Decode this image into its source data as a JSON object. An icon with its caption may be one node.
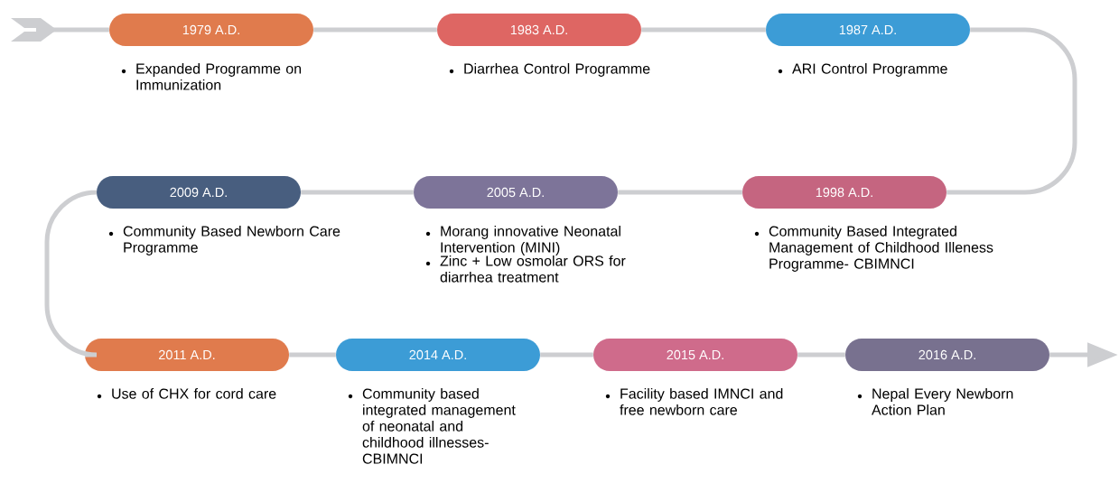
{
  "diagram": {
    "nodes": [
      {
        "text": [
          "1979 A.D."
        ],
        "beside": [
          "Expanded Programme on Immunization"
        ]
      },
      {
        "text": [
          "1983 A.D."
        ],
        "beside": [
          "Diarrhea Control Programme"
        ]
      },
      {
        "text": [
          "1987 A.D."
        ],
        "beside": [
          "ARI Control Programme"
        ]
      },
      {
        "text": [
          "2009 A.D."
        ],
        "beside": [
          "Community Based Newborn Care Programme"
        ]
      },
      {
        "text": [
          "2005 A.D."
        ],
        "beside": [
          "Morang innovative Neonatal Intervention (MINI)",
          "Zinc + Low osmolar ORS for diarrhea treatment"
        ]
      },
      {
        "text": [
          "1998 A.D."
        ],
        "beside": [
          "Community Based Integrated Management of Childhood Illeness Programme- CBIMNCI"
        ]
      },
      {
        "text": [
          "2011 A.D."
        ],
        "beside": [
          "Use of CHX for cord care"
        ]
      },
      {
        "text": [
          "2014 A.D."
        ],
        "beside": [
          "Community based integrated management of neonatal and childhood illnesses- CBIMNCI"
        ]
      },
      {
        "text": [
          "2015 A.D."
        ],
        "beside": [
          "Facility based IMNCI and free newborn care"
        ]
      },
      {
        "text": [
          "2016 A.D."
        ],
        "beside": [
          "Nepal Every Newborn Action Plan"
        ]
      }
    ],
    "edges": [
      {
        "from": 0,
        "to": null,
        "arrow": "to"
      },
      {
        "from": 0,
        "to": 1,
        "arrow": "none"
      },
      {
        "from": 1,
        "to": 2,
        "arrow": "none"
      },
      {
        "from": 2,
        "to": 5,
        "arrow": "none"
      },
      {
        "from": 5,
        "to": 4,
        "arrow": "none"
      },
      {
        "from": 4,
        "to": 3,
        "arrow": "none"
      },
      {
        "from": 3,
        "to": 6,
        "arrow": "none"
      },
      {
        "from": 6,
        "to": 7,
        "arrow": "none"
      },
      {
        "from": 7,
        "to": 8,
        "arrow": "none"
      },
      {
        "from": 8,
        "to": 9,
        "arrow": "none"
      },
      {
        "from": 9,
        "to": null,
        "arrow": "to"
      }
    ]
  }
}
